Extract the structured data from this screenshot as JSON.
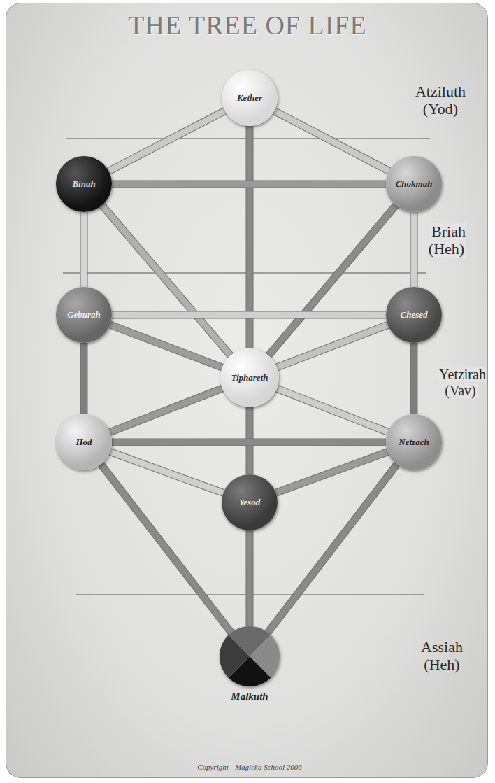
{
  "diagram": {
    "title": "THE TREE OF LIFE",
    "nodes": [
      {
        "text": [
          "Kether"
        ]
      },
      {
        "text": [
          "Binah"
        ]
      },
      {
        "text": [
          "Chokmah"
        ]
      },
      {
        "text": [
          "Geburah"
        ]
      },
      {
        "text": [
          "Chesed"
        ]
      },
      {
        "text": [
          "Tiphareth"
        ]
      },
      {
        "text": [
          "Hod"
        ]
      },
      {
        "text": [
          "Netzach"
        ]
      },
      {
        "text": [
          "Yesod"
        ]
      },
      {
        "text": [
          "Malkuth"
        ]
      }
    ],
    "edges": [
      {
        "from": 0,
        "to": 1,
        "arrow": "none"
      },
      {
        "from": 0,
        "to": 2,
        "arrow": "none"
      },
      {
        "from": 0,
        "to": 5,
        "arrow": "none"
      },
      {
        "from": 1,
        "to": 2,
        "arrow": "none"
      },
      {
        "from": 1,
        "to": 3,
        "arrow": "none"
      },
      {
        "from": 1,
        "to": 5,
        "arrow": "none"
      },
      {
        "from": 2,
        "to": 4,
        "arrow": "none"
      },
      {
        "from": 2,
        "to": 5,
        "arrow": "none"
      },
      {
        "from": 3,
        "to": 4,
        "arrow": "none"
      },
      {
        "from": 3,
        "to": 5,
        "arrow": "none"
      },
      {
        "from": 4,
        "to": 5,
        "arrow": "none"
      },
      {
        "from": 3,
        "to": 6,
        "arrow": "none"
      },
      {
        "from": 4,
        "to": 7,
        "arrow": "none"
      },
      {
        "from": 5,
        "to": 6,
        "arrow": "none"
      },
      {
        "from": 5,
        "to": 7,
        "arrow": "none"
      },
      {
        "from": 5,
        "to": 8,
        "arrow": "none"
      },
      {
        "from": 6,
        "to": 7,
        "arrow": "none"
      },
      {
        "from": 6,
        "to": 8,
        "arrow": "none"
      },
      {
        "from": 7,
        "to": 8,
        "arrow": "none"
      },
      {
        "from": 6,
        "to": 9,
        "arrow": "none"
      },
      {
        "from": 7,
        "to": 9,
        "arrow": "none"
      },
      {
        "from": 8,
        "to": 9,
        "arrow": "none"
      }
    ],
    "labels": [
      "Atziluth (Yod)",
      "Briah (Heh)",
      "Yetzirah (Vav)",
      "Assiah (Heh)",
      "Copyright - Magicka School 2006"
    ]
  }
}
